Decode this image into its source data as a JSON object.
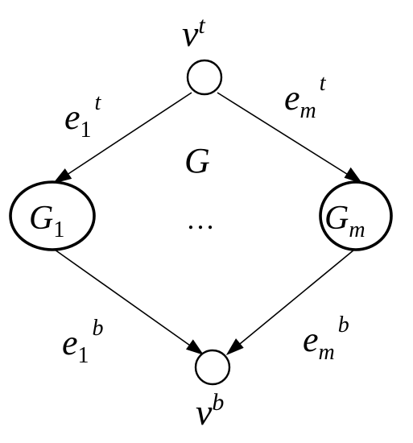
{
  "graph": {
    "label": "G",
    "ellipsis": "…",
    "top_vertex": {
      "base": "v",
      "sup": "t"
    },
    "bottom_vertex": {
      "base": "v",
      "sup": "b"
    },
    "subgraphs": [
      {
        "base": "G",
        "sub": "1"
      },
      {
        "base": "G",
        "sub": "m"
      }
    ],
    "edges_top": [
      {
        "base": "e",
        "sub": "1",
        "sup": "t"
      },
      {
        "base": "e",
        "sub": "m",
        "sup": "t"
      }
    ],
    "edges_bottom": [
      {
        "base": "e",
        "sub": "1",
        "sup": "b"
      },
      {
        "base": "e",
        "sub": "m",
        "sup": "b"
      }
    ]
  },
  "colors": {
    "stroke": "#000000",
    "background": "#ffffff"
  }
}
